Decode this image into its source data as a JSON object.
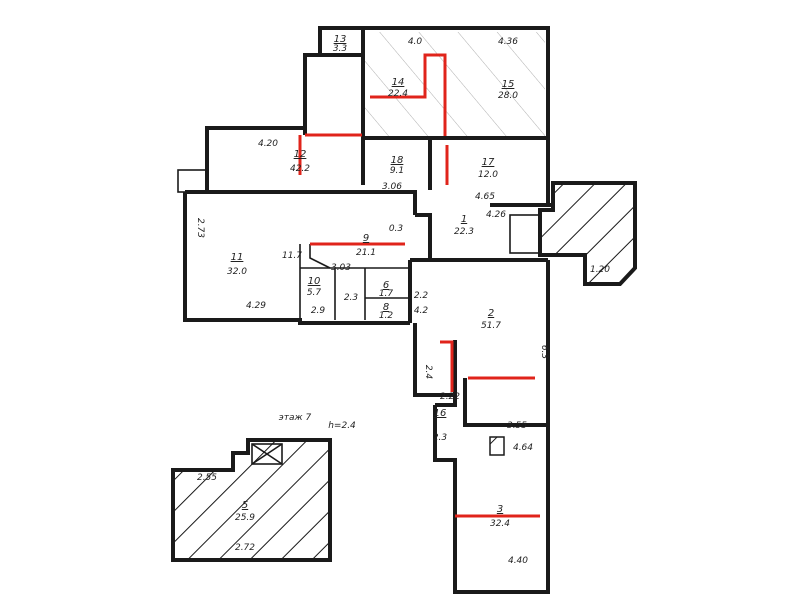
{
  "plan": {
    "annotations": {
      "floor_note": "этаж 7",
      "height_note": "h=2.4"
    },
    "colors": {
      "wall": "#1a1a1a",
      "redevelopment": "#e0241b",
      "hatch": "#1a1a1a",
      "light_hatch": "#9a9a9a"
    },
    "rooms": [
      {
        "number": "1",
        "area": "22.3"
      },
      {
        "number": "2",
        "area": "51.7"
      },
      {
        "number": "3",
        "area": "32.4"
      },
      {
        "number": "5",
        "area": "25.9"
      },
      {
        "number": "6",
        "area": "1.7"
      },
      {
        "number": "8",
        "area": "1.2"
      },
      {
        "number": "9",
        "area": "21.1"
      },
      {
        "number": "10",
        "area": "5.7"
      },
      {
        "number": "11",
        "area": "32.0"
      },
      {
        "number": "12",
        "area": "42.2"
      },
      {
        "number": "13",
        "area": "3.3"
      },
      {
        "number": "14",
        "area": "22.4"
      },
      {
        "number": "15",
        "area": "28.0"
      },
      {
        "number": "16",
        "area": "2.3"
      },
      {
        "number": "17",
        "area": "12.0"
      },
      {
        "number": "18",
        "area": "9.1"
      }
    ],
    "dimensions": [
      "4.0",
      "4.36",
      "4.20",
      "3.06",
      "4.65",
      "4.26",
      "0.3",
      "11.7",
      "3.03",
      "4.29",
      "2.9",
      "2.3",
      "2.2",
      "4.2",
      "2.22",
      "3.55",
      "4.64",
      "4.40",
      "2.55",
      "2.72",
      "1.20",
      "2.73",
      "6.3",
      "2.4"
    ]
  }
}
